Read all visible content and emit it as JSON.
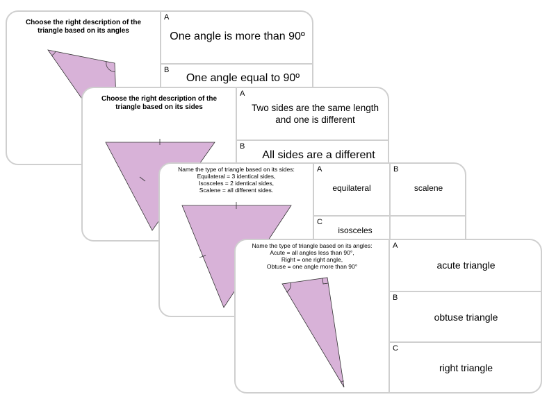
{
  "colors": {
    "triangle_fill": "#d8b2d8",
    "border": "#cfcfcf"
  },
  "cards": [
    {
      "prompt": "Choose the right description of the triangle based on its angles",
      "options": [
        {
          "letter": "A",
          "text": "One angle is more than 90º"
        },
        {
          "letter": "B",
          "text": "One angle equal to 90º"
        }
      ]
    },
    {
      "prompt": "Choose the right description of the triangle based on its sides",
      "options": [
        {
          "letter": "A",
          "text": "Two sides are the same length and one is different"
        },
        {
          "letter": "B",
          "text": "All sides are a different"
        }
      ]
    },
    {
      "prompt_lines": [
        "Name the type of triangle based on its sides:",
        "Equilateral = 3 identical sides,",
        "Isosceles = 2 identical sides,",
        "Scalene = all different sides."
      ],
      "options": [
        {
          "letter": "A",
          "text": "equilateral"
        },
        {
          "letter": "B",
          "text": "scalene"
        },
        {
          "letter": "C",
          "text": "isosceles"
        }
      ]
    },
    {
      "prompt_lines": [
        "Name the type of triangle based on its angles:",
        "Acute = all angles less than 90°,",
        "Right = one right angle,",
        "Obtuse = one angle more than 90°"
      ],
      "options": [
        {
          "letter": "A",
          "text": "acute triangle"
        },
        {
          "letter": "B",
          "text": "obtuse triangle"
        },
        {
          "letter": "C",
          "text": "right triangle"
        }
      ]
    }
  ]
}
